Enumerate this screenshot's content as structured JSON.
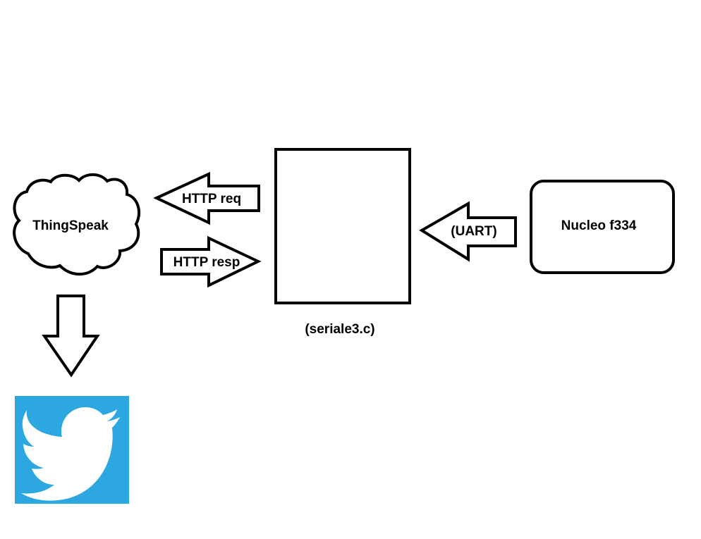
{
  "labels": {
    "thingspeak": "ThingSpeak",
    "http_req": "HTTP req",
    "http_resp": "HTTP resp",
    "uart": "(UART)",
    "nucleo": "Nucleo f334",
    "seriale": "(seriale3.c)"
  },
  "icons": {
    "cloud": "cloud-icon",
    "twitter": "twitter-bird-icon"
  },
  "colors": {
    "stroke": "#000000",
    "background": "#ffffff",
    "twitter_blue": "#2CA7E0"
  }
}
